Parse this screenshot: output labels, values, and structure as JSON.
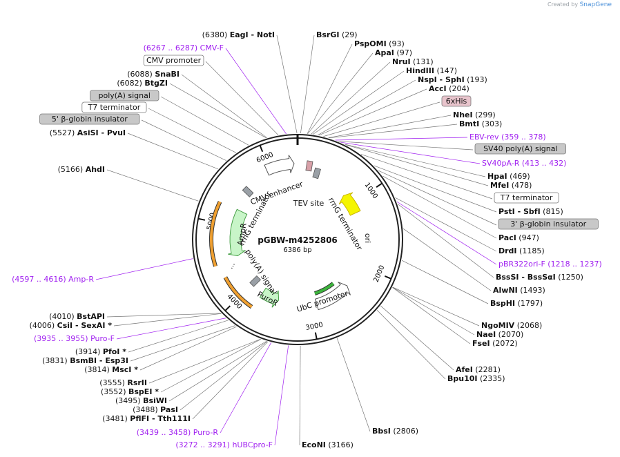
{
  "app": {
    "created_by": "Created by",
    "brand": "SnapGene",
    "colors": {
      "primer": "#a020f0",
      "ori": "#f5f500",
      "ori_edge": "#c8b400",
      "marker": "#c8f5c8",
      "marker_edge": "#48a048",
      "amp_orange": "#f0a030",
      "ubc_green": "#3cb43c",
      "terminator_fill": "#9aa0a6",
      "feature_box_grey": "#c8c8c8",
      "feature_box_pink": "#e8c4cc"
    }
  },
  "plasmid": {
    "name": "pGBW-m4252806",
    "length_label": "6386 bp",
    "length": 6386,
    "ticks": [
      "1000",
      "2000",
      "3000",
      "4000",
      "5000",
      "6000"
    ]
  },
  "inner_features": [
    {
      "label": "CMV enhancer",
      "type": "arrow_white"
    },
    {
      "label": "TEV site",
      "type": "small"
    },
    {
      "label": "rrnG terminator",
      "type": "terminator"
    },
    {
      "label": "ori",
      "type": "ori"
    },
    {
      "label": "UbC promoter",
      "type": "arrow_white"
    },
    {
      "label": "PuroR",
      "type": "marker"
    },
    {
      "label": "poly(A) signal",
      "type": "terminator"
    },
    {
      "label": "AmpR",
      "type": "marker"
    },
    {
      "label": "rrnG terminator",
      "type": "terminator"
    },
    {
      "label": "...",
      "type": "ellipsis"
    }
  ],
  "right_labels": [
    {
      "pre": "",
      "name": "BsrGI",
      "pos": "(29)"
    },
    {
      "pre": "",
      "name": "PspOMI",
      "pos": "(93)"
    },
    {
      "pre": "",
      "name": "ApaI",
      "pos": "(97)"
    },
    {
      "pre": "",
      "name": "NruI",
      "pos": "(131)"
    },
    {
      "pre": "",
      "name": "HindIII",
      "pos": "(147)"
    },
    {
      "pre": "",
      "name": "NspI  - SphI",
      "pos": "(193)"
    },
    {
      "pre": "",
      "name": "AccI",
      "pos": "(204)"
    },
    {
      "box": "6xHis"
    },
    {
      "pre": "",
      "name": "NheI",
      "pos": "(299)"
    },
    {
      "pre": "",
      "name": "BmtI",
      "pos": "(303)"
    },
    {
      "primer": "EBV-rev",
      "range": "(359 .. 378)"
    },
    {
      "box": "SV40 poly(A) signal"
    },
    {
      "primer": "SV40pA-R",
      "range": "(413 .. 432)"
    },
    {
      "pre": "",
      "name": "HpaI",
      "pos": "(469)"
    },
    {
      "pre": "",
      "name": "MfeI",
      "pos": "(478)"
    },
    {
      "box": "T7 terminator"
    },
    {
      "pre": "",
      "name": "PstI  - SbfI",
      "pos": "(815)"
    },
    {
      "box": "3' β-globin insulator"
    },
    {
      "pre": "",
      "name": "PacI",
      "pos": "(947)"
    },
    {
      "pre": "",
      "name": "DrdI",
      "pos": "(1185)"
    },
    {
      "primer": "pBR322ori-F",
      "range": "(1218 .. 1237)"
    },
    {
      "pre": "",
      "name": "BssSI  - BssSαI",
      "pos": "(1250)"
    },
    {
      "pre": "",
      "name": "AlwNI",
      "pos": "(1493)"
    },
    {
      "pre": "",
      "name": "BspHI",
      "pos": "(1797)"
    },
    {
      "pre": "",
      "name": "NgoMIV",
      "pos": "(2068)"
    },
    {
      "pre": "",
      "name": "NaeI",
      "pos": "(2070)"
    },
    {
      "pre": "",
      "name": "FseI",
      "pos": "(2072)"
    },
    {
      "pre": "",
      "name": "AfeI",
      "pos": "(2281)"
    },
    {
      "pre": "",
      "name": "Bpu10I",
      "pos": "(2335)"
    },
    {
      "pre": "",
      "name": "BbsI",
      "pos": "(2806)"
    },
    {
      "pre": "",
      "name": "EcoNI",
      "pos": "(3166)"
    }
  ],
  "left_labels": [
    {
      "pos": "(6380)",
      "name": "EagI  - NotI"
    },
    {
      "primer": "CMV-F",
      "range": "(6267 .. 6287)"
    },
    {
      "box": "CMV promoter"
    },
    {
      "pos": "(6088)",
      "name": "SnaBI"
    },
    {
      "pos": "(6082)",
      "name": "BtgZI"
    },
    {
      "box": "poly(A) signal"
    },
    {
      "box": "T7 terminator"
    },
    {
      "box": "5' β-globin insulator"
    },
    {
      "pos": "(5527)",
      "name": "AsiSI  - PvuI"
    },
    {
      "pos": "(5166)",
      "name": "AhdI"
    },
    {
      "primer": "Amp-R",
      "range": "(4597 .. 4616)"
    },
    {
      "pos": "(4010)",
      "name": "BstAPI"
    },
    {
      "pos": "(4006)",
      "name": "CsiI  - SexAI *"
    },
    {
      "primer": "Puro-F",
      "range": "(3935 .. 3955)"
    },
    {
      "pos": "(3914)",
      "name": "PfoI *"
    },
    {
      "pos": "(3831)",
      "name": "BsmBI  - Esp3I"
    },
    {
      "pos": "(3814)",
      "name": "MscI *"
    },
    {
      "pos": "(3555)",
      "name": "RsrII"
    },
    {
      "pos": "(3552)",
      "name": "BspEI *"
    },
    {
      "pos": "(3495)",
      "name": "BsiWI"
    },
    {
      "pos": "(3488)",
      "name": "PasI"
    },
    {
      "pos": "(3481)",
      "name": "PflFI  - Tth111I"
    },
    {
      "primer": "Puro-R",
      "range": "(3439 .. 3458)"
    },
    {
      "primer": "hUBCpro-F",
      "range": "(3272 .. 3291)"
    }
  ]
}
